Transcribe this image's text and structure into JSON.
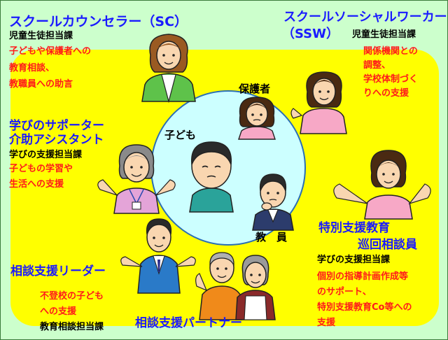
{
  "colors": {
    "frame_bg": "#ccffcc",
    "yellow": "#ffff00",
    "circle": "#ccffff",
    "blue_text": "#1a1aff",
    "red_text": "#ff1a1a"
  },
  "center": {
    "child": "子ども",
    "guardian": "保護者",
    "teacher": "教　員"
  },
  "sc": {
    "title": "スクールカウンセラー（SC）",
    "dept": "児童生徒担当課",
    "duties": [
      "子どもや保護者への",
      "教育相談、",
      "教職員への助言"
    ]
  },
  "ssw": {
    "title1": "スクールソーシャルワーカー",
    "title2": "（SSW）",
    "dept": "児童生徒担当課",
    "duties": [
      "関係機関との",
      "調整、",
      "学校体制づく",
      "りへの支援"
    ]
  },
  "supporter": {
    "title1": "学びのサポーター",
    "title2": "介助アシスタント",
    "dept": "学びの支援担当課",
    "duties": [
      "子どもの学習や",
      "生活への支援"
    ]
  },
  "special": {
    "title1": "特別支援教育",
    "title2": "巡回相談員",
    "dept": "学びの支援担当課",
    "duties": [
      "個別の指導計画作成等",
      "のサポート、",
      "特別支援教育Co等への",
      "支援"
    ]
  },
  "leader": {
    "title": "相談支援リーダー",
    "duties": [
      "不登校の子ども",
      "への支援"
    ],
    "dept": "教育相談担当課"
  },
  "partner": {
    "title": "相談支援パートナー"
  },
  "icons": [
    "sc-counselor-figure",
    "ssw-worker-figure",
    "supporter-figure",
    "special-consultant-figure",
    "leader-figure",
    "partner-couple-figure",
    "guardian-figure",
    "child-figure",
    "teacher-figure"
  ]
}
